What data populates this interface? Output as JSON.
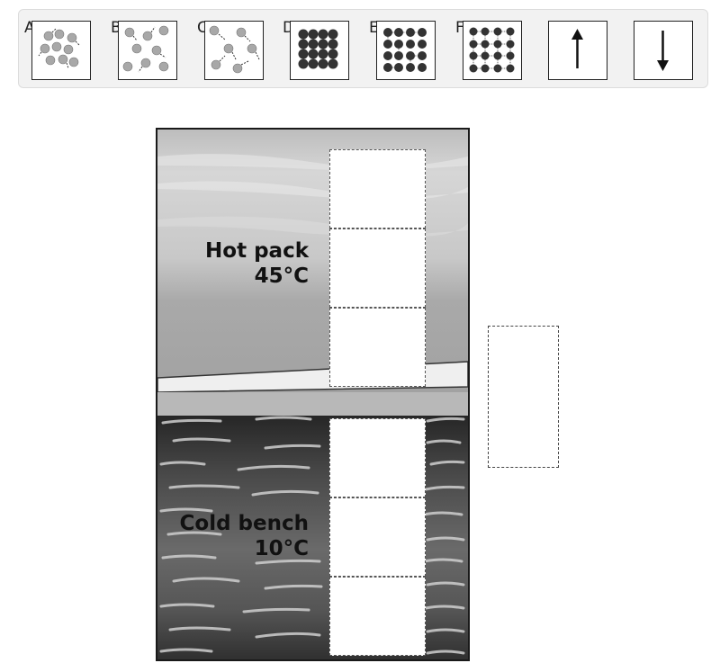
{
  "tiles": [
    {
      "letter": "A",
      "icon": "particles-loose-cluster-icon"
    },
    {
      "letter": "B",
      "icon": "particles-spread-icon"
    },
    {
      "letter": "C",
      "icon": "particles-dispersed-icon"
    },
    {
      "letter": "D",
      "icon": "lattice-tight-icon"
    },
    {
      "letter": "E",
      "icon": "lattice-vibrating-icon"
    },
    {
      "letter": "F",
      "icon": "lattice-loose-icon"
    }
  ],
  "arrows": [
    {
      "icon": "arrow-up-icon"
    },
    {
      "icon": "arrow-down-icon"
    }
  ],
  "hot_zone": {
    "line1": "Hot pack",
    "line2": "45°C"
  },
  "cold_zone": {
    "line1": "Cold bench",
    "line2": "10°C"
  },
  "colors": {
    "particle_light": "#a8a8a8",
    "particle_dark": "#333333",
    "hot_top": "#d4d4d4",
    "cold_dark": "#3a3a3a"
  }
}
